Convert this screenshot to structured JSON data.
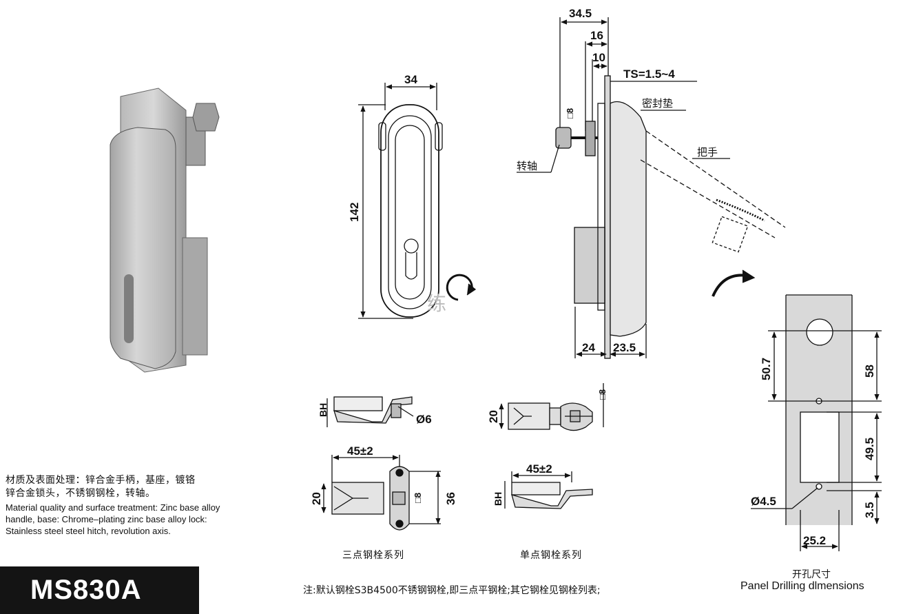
{
  "material": {
    "zh_line1": "材质及表面处理：锌合金手柄，基座，镀铬",
    "zh_line2": "锌合金锁头，不锈钢钢栓，转轴。",
    "en_line1": "Material quality and surface treatment: Zinc base alloy",
    "en_line2": "handle, base: Chrome–plating zinc base alloy lock:",
    "en_line3": "Stainless steel steel hitch, revolution axis."
  },
  "model": "MS830A",
  "front_view": {
    "width": "34",
    "height": "142"
  },
  "side_view": {
    "dim_total": "34.5",
    "dim_16": "16",
    "dim_10": "10",
    "ts": "TS=1.5~4",
    "gasket": "密封垫",
    "handle": "把手",
    "shaft": "转轴",
    "sq8": "□8",
    "dim_24": "24",
    "dim_23_5": "23.5"
  },
  "watermark": "练",
  "three_point": {
    "bh": "BH",
    "d6": "Ø6",
    "dim_45": "45±2",
    "dim_20": "20",
    "sq8": "□8",
    "dim_36": "36",
    "caption": "三点钢栓系列"
  },
  "single_point": {
    "dim_20": "20",
    "sq8": "□8",
    "dim_45": "45±2",
    "bh": "BH",
    "caption": "单点钢栓系列"
  },
  "drilling": {
    "d50_7": "50.7",
    "d58": "58",
    "d49_5": "49.5",
    "d4_5": "Ø4.5",
    "d3_5": "3.5",
    "d25_2": "25.2",
    "title_zh": "开孔尺寸",
    "title_en": "Panel Drilling dlmensions"
  },
  "note": "注:默认钢栓S3B4500不锈钢钢栓,即三点平钢栓;其它钢栓见钢栓列表;"
}
